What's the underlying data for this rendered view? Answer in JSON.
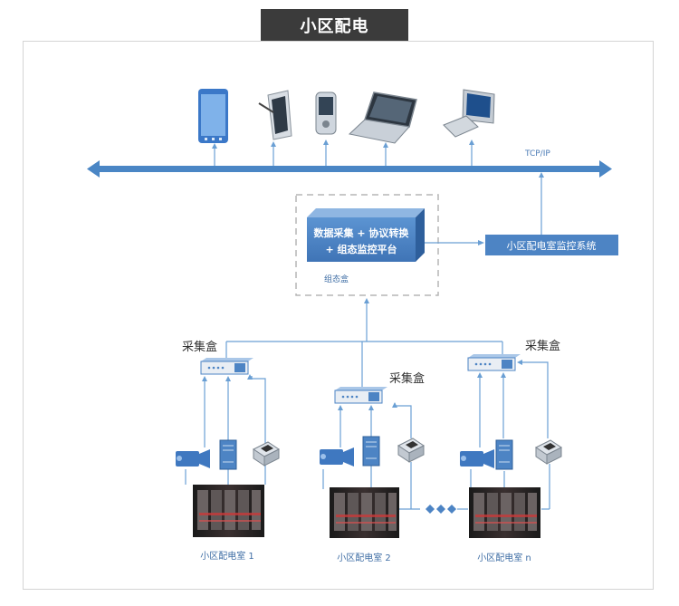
{
  "header": {
    "title": "小区配电"
  },
  "network": {
    "bus_label": "TCP/IP"
  },
  "monitor_system": {
    "label": "小区配电室监控系统"
  },
  "gateway": {
    "line1": "数据采集 + 协议转换",
    "line2": "+ 组态监控平台",
    "caption": "组态盒"
  },
  "collectors": [
    {
      "label": "采集盒"
    },
    {
      "label": "采集盒"
    },
    {
      "label": "采集盒"
    }
  ],
  "rooms": [
    {
      "label": "小区配电室 1"
    },
    {
      "label": "小区配电室 2"
    },
    {
      "label": "小区配电室 n"
    }
  ],
  "colors": {
    "accent": "#4a86c5",
    "line": "#6a9fd4",
    "box_fill": "#4d84c4",
    "text_blue": "#3f6ea5"
  }
}
